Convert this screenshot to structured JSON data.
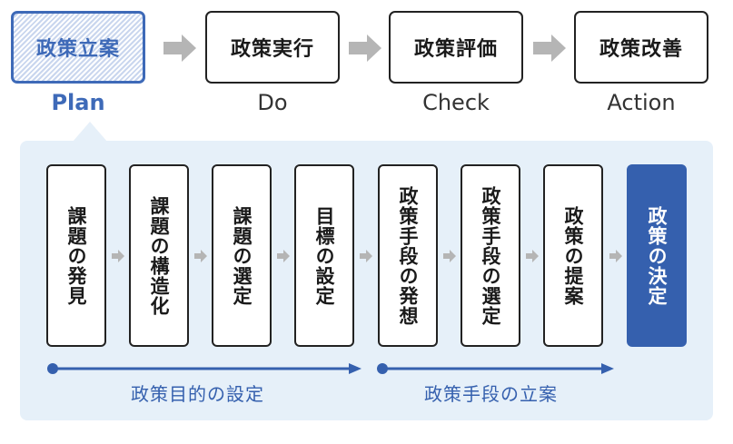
{
  "phases": [
    {
      "title": "政策立案",
      "label": "Plan"
    },
    {
      "title": "政策実行",
      "label": "Do"
    },
    {
      "title": "政策評価",
      "label": "Check"
    },
    {
      "title": "政策改善",
      "label": "Action"
    }
  ],
  "steps": [
    "課題の発見",
    "課題の構造化",
    "課題の選定",
    "目標の設定",
    "政策手段の発想",
    "政策手段の選定",
    "政策の提案",
    "政策の決定"
  ],
  "groups": [
    {
      "label": "政策目的の設定"
    },
    {
      "label": "政策手段の立案"
    }
  ],
  "colors": {
    "accent": "#3560ae",
    "arrow_gray": "#b5b5b5",
    "panel_bg": "#e6f0f9"
  }
}
